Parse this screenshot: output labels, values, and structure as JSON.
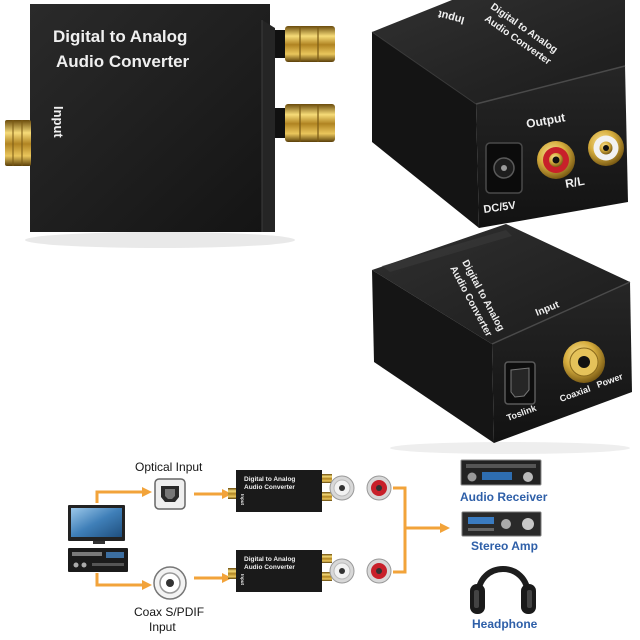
{
  "colors": {
    "device_body": "#1c1c1c",
    "gold": "#d4ab3a",
    "arrow": "#f2a33a",
    "label_blue": "#2e5fa8",
    "rca_red": "#c8202a",
    "rca_white": "#f2f2f2"
  },
  "front_view": {
    "title_line1": "Digital to Analog",
    "title_line2": "Audio Converter",
    "input_label": "Input"
  },
  "back_view": {
    "input_label": "Input",
    "title_line1": "Digital to Analog",
    "title_line2": "Audio Converter",
    "output_label": "Output",
    "channel_label": "R/L",
    "power_label": "DC/5V"
  },
  "input_view": {
    "title_line1": "Digital to Analog",
    "title_line2": "Audio Converter",
    "input_label": "Input",
    "toslink_label": "Toslink",
    "coaxial_label": "Coaxial",
    "power_label": "Power"
  },
  "diagram": {
    "sources": [
      {
        "icon": "tv-icon"
      },
      {
        "icon": "dvd-player-icon"
      }
    ],
    "optical_input": {
      "icon": "optical-port-icon",
      "label": "Optical Input"
    },
    "coax_input": {
      "icon": "coaxial-port-icon",
      "label_line1": "Coax S/PDIF",
      "label_line2": "Input"
    },
    "converter": {
      "title_line1": "Digital to Analog",
      "title_line2": "Audio Converter",
      "input_label": "Input"
    },
    "outputs": [
      {
        "icon": "audio-receiver-icon",
        "label": "Audio Receiver"
      },
      {
        "icon": "stereo-amp-icon",
        "label": "Stereo Amp"
      },
      {
        "icon": "headphone-icon",
        "label": "Headphone"
      }
    ]
  }
}
